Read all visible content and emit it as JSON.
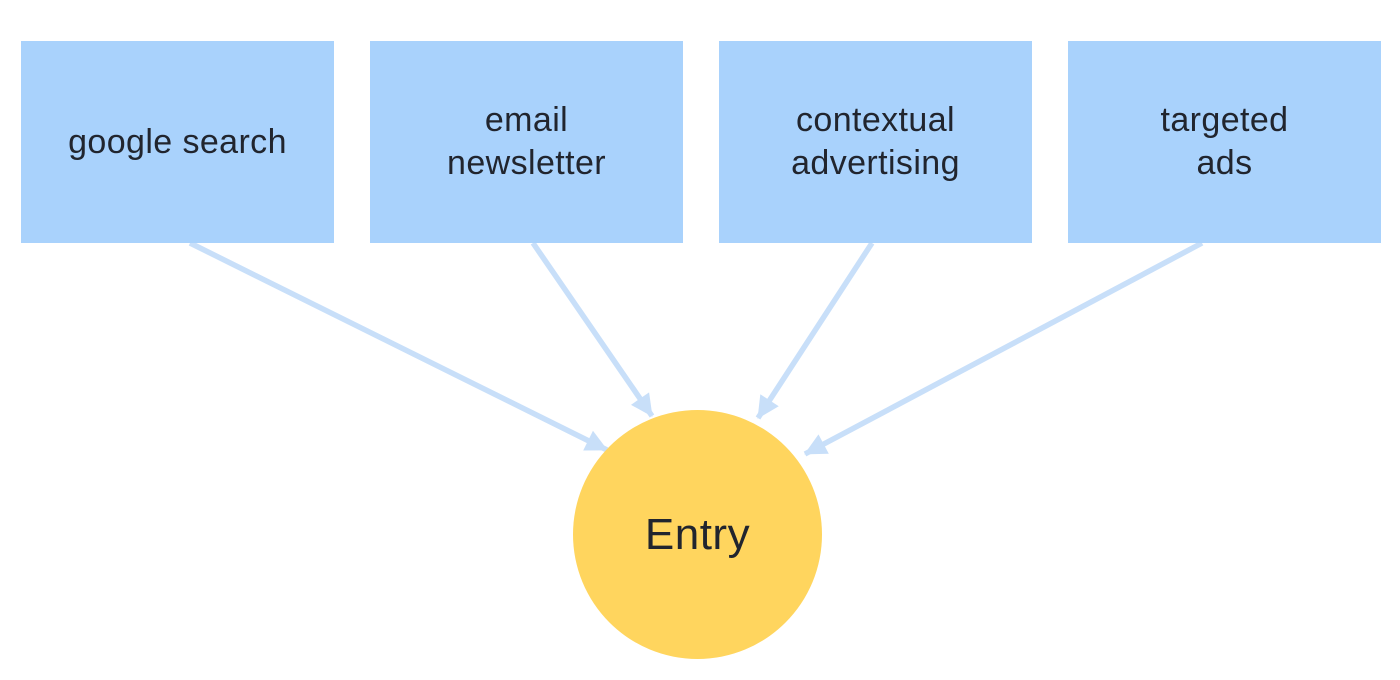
{
  "diagram": {
    "title": "traffic sources to entry funnel diagram",
    "colors": {
      "source_box_fill": "#a9d2fc",
      "arrow": "#c8dff9",
      "entry_fill": "#ffd55e",
      "text": "#21252e",
      "background": "#ffffff"
    },
    "sources": [
      {
        "id": "google-search",
        "label": "google search"
      },
      {
        "id": "email-newsletter",
        "label": "email\nnewsletter"
      },
      {
        "id": "contextual-advertising",
        "label": "contextual\nadvertising"
      },
      {
        "id": "targeted-ads",
        "label": "targeted\nads"
      }
    ],
    "center": {
      "id": "entry",
      "label": "Entry"
    },
    "edges": [
      {
        "from": "google-search",
        "to": "entry"
      },
      {
        "from": "email-newsletter",
        "to": "entry"
      },
      {
        "from": "contextual-advertising",
        "to": "entry"
      },
      {
        "from": "targeted-ads",
        "to": "entry"
      }
    ]
  }
}
